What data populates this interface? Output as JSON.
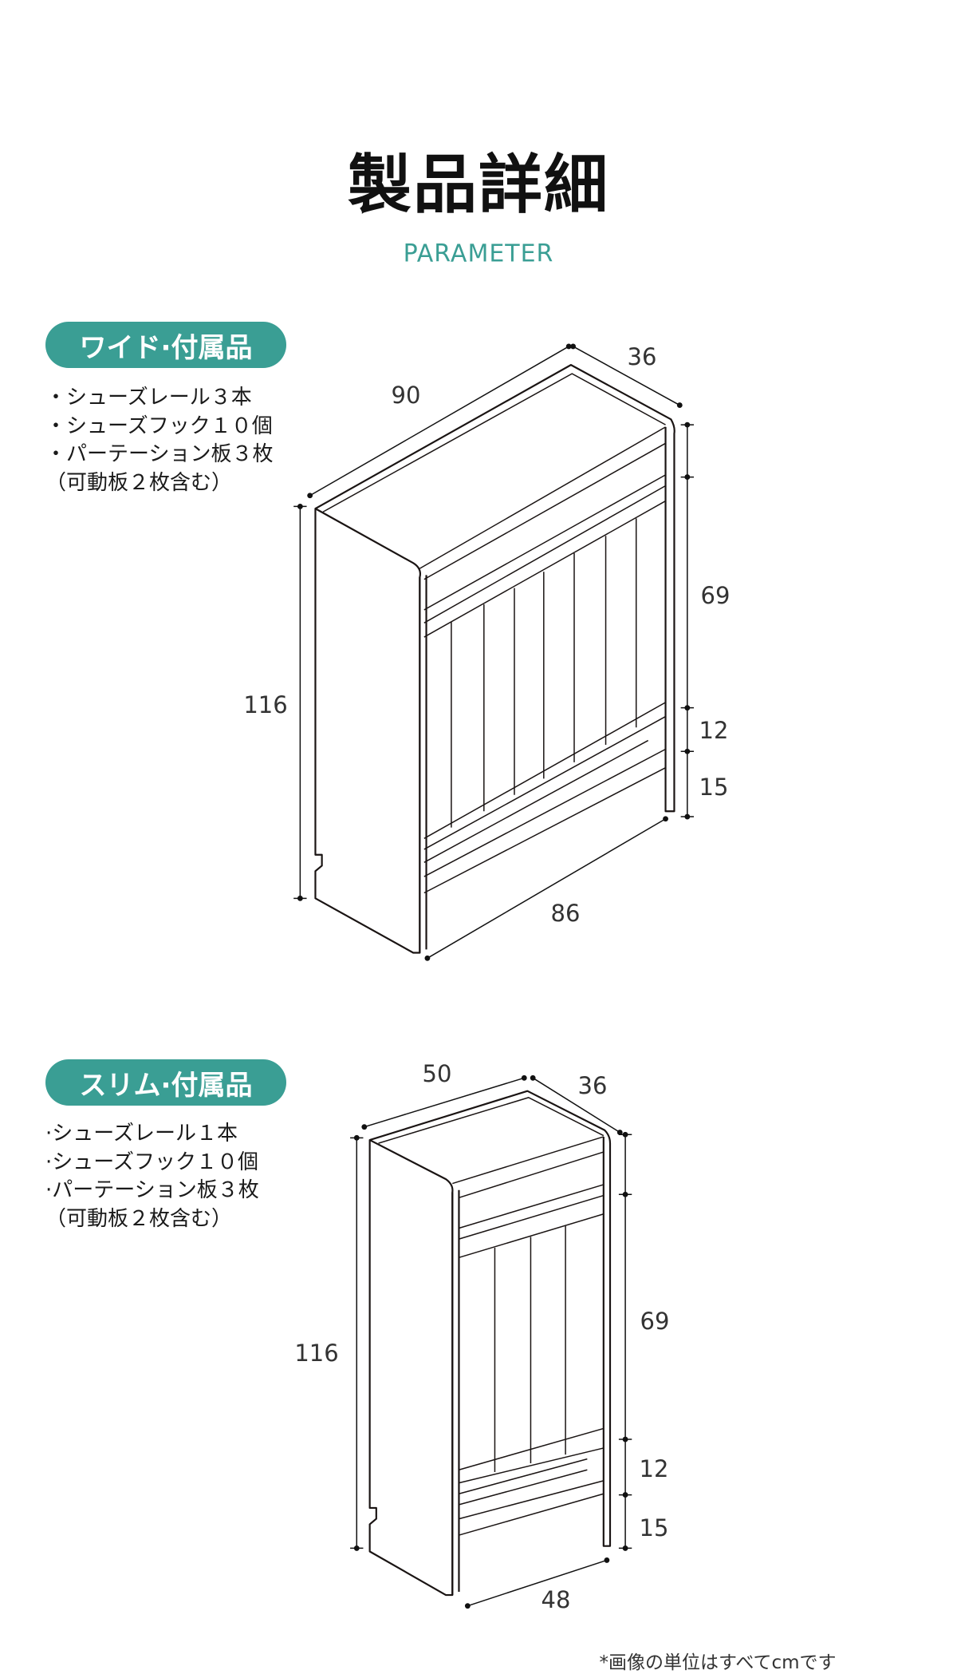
{
  "header": {
    "title": "製品詳細",
    "subtitle": "PARAMETER"
  },
  "wide": {
    "badge": "ワイド·付属品",
    "items": [
      "・シューズレール３本",
      "・シューズフック１０個",
      "・パーテーション板３枚",
      "（可動板２枚含む）"
    ],
    "dims": {
      "width": "90",
      "depth": "36",
      "height": "116",
      "upper": "69",
      "middle": "12",
      "lower": "15",
      "bottom_width": "86"
    }
  },
  "slim": {
    "badge": "スリム·付属品",
    "items": [
      "·シューズレール１本",
      "·シューズフック１０個",
      "·パーテーション板３枚",
      "（可動板２枚含む）"
    ],
    "dims": {
      "width": "50",
      "depth": "36",
      "height": "116",
      "upper": "69",
      "middle": "12",
      "lower": "15",
      "bottom_width": "48"
    }
  },
  "footer": {
    "note": "*画像の単位はすべてcmです"
  },
  "colors": {
    "accent": "#3a9e94"
  }
}
